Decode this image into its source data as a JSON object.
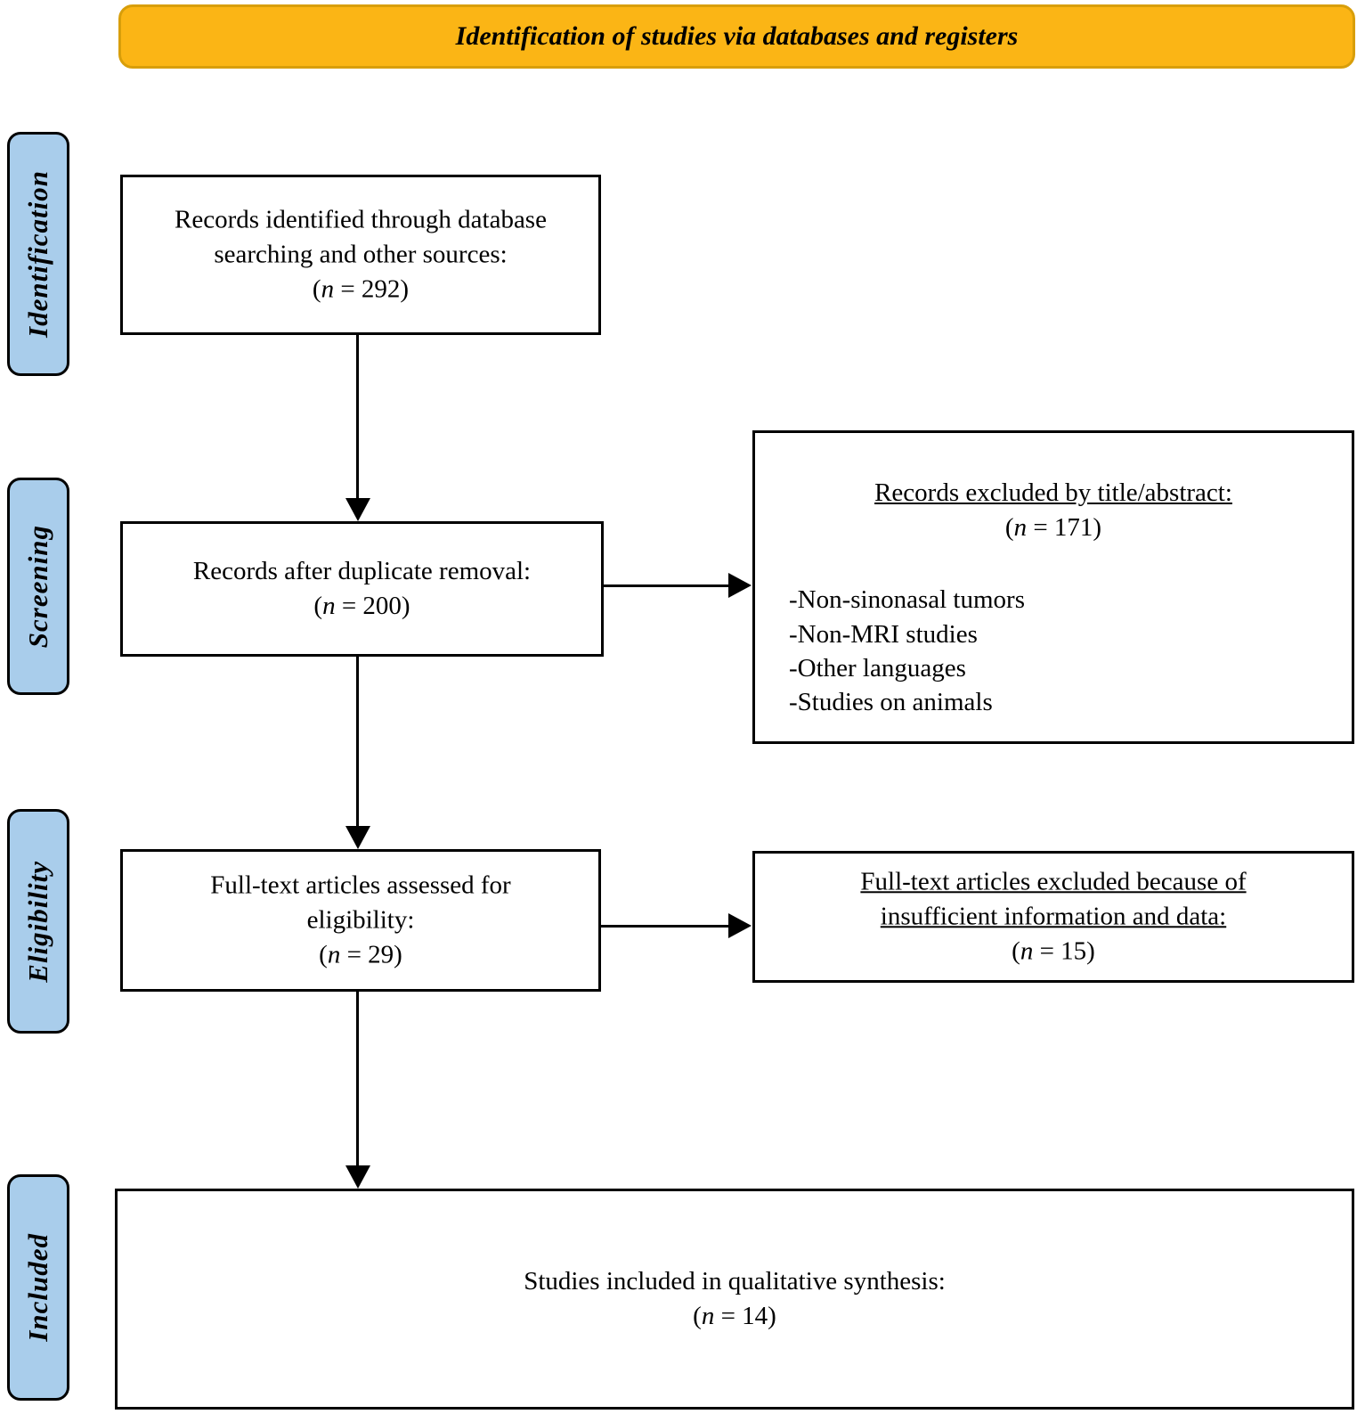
{
  "banner": {
    "title": "Identification of studies via databases and registers"
  },
  "stages": [
    {
      "label": "Identification"
    },
    {
      "label": "Screening"
    },
    {
      "label": "Eligibility"
    },
    {
      "label": "Included"
    }
  ],
  "main_boxes": {
    "identified": {
      "line1": "Records identified through database",
      "line2": "searching and other sources:",
      "count_open": "(",
      "count_var": "n",
      "count_rest": " = 292)"
    },
    "dedup": {
      "line1": "Records after duplicate removal:",
      "count_open": "(",
      "count_var": "n",
      "count_rest": " = 200)"
    },
    "fulltext": {
      "line1": "Full-text articles assessed for",
      "line2": "eligibility:",
      "count_open": "(",
      "count_var": "n",
      "count_rest": " = 29)"
    },
    "included": {
      "line1": "Studies included in qualitative synthesis:",
      "count_open": "(",
      "count_var": "n",
      "count_rest": " = 14)"
    }
  },
  "exclusion_boxes": {
    "title_abstract": {
      "title": "Records excluded by title/abstract:",
      "count_open": "(",
      "count_var": "n",
      "count_rest": " = 171)",
      "reasons": [
        "-Non-sinonasal tumors",
        "-Non-MRI studies",
        "-Other languages",
        "-Studies on animals"
      ]
    },
    "insufficient": {
      "title_line1": "Full-text articles excluded because of",
      "title_line2": "insufficient information and data:",
      "count_open": "(",
      "count_var": "n",
      "count_rest": " = 15)"
    }
  },
  "colors": {
    "banner_fill": "#FBB515",
    "banner_border": "#D89E0A",
    "stage_fill": "#A9CDEB",
    "line_color": "#000000"
  }
}
